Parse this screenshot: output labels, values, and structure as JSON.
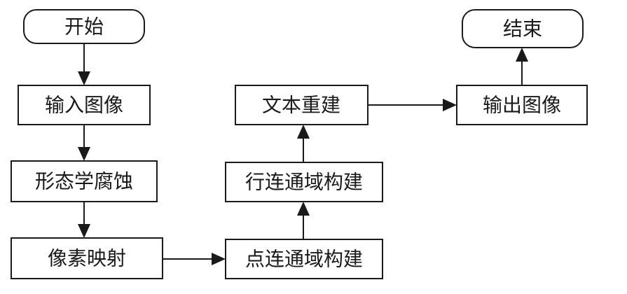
{
  "diagram": {
    "type": "flowchart",
    "nodes": {
      "start": "开始",
      "input_image": "输入图像",
      "morph_erosion": "形态学腐蚀",
      "pixel_mapping": "像素映射",
      "point_connected": "点连通域构建",
      "line_connected": "行连通域构建",
      "text_rebuild": "文本重建",
      "output_image": "输出图像",
      "end": "结束"
    },
    "edges": [
      {
        "from": "start",
        "to": "input_image"
      },
      {
        "from": "input_image",
        "to": "morph_erosion"
      },
      {
        "from": "morph_erosion",
        "to": "pixel_mapping"
      },
      {
        "from": "pixel_mapping",
        "to": "point_connected"
      },
      {
        "from": "point_connected",
        "to": "line_connected"
      },
      {
        "from": "line_connected",
        "to": "text_rebuild"
      },
      {
        "from": "text_rebuild",
        "to": "output_image"
      },
      {
        "from": "output_image",
        "to": "end"
      }
    ]
  }
}
